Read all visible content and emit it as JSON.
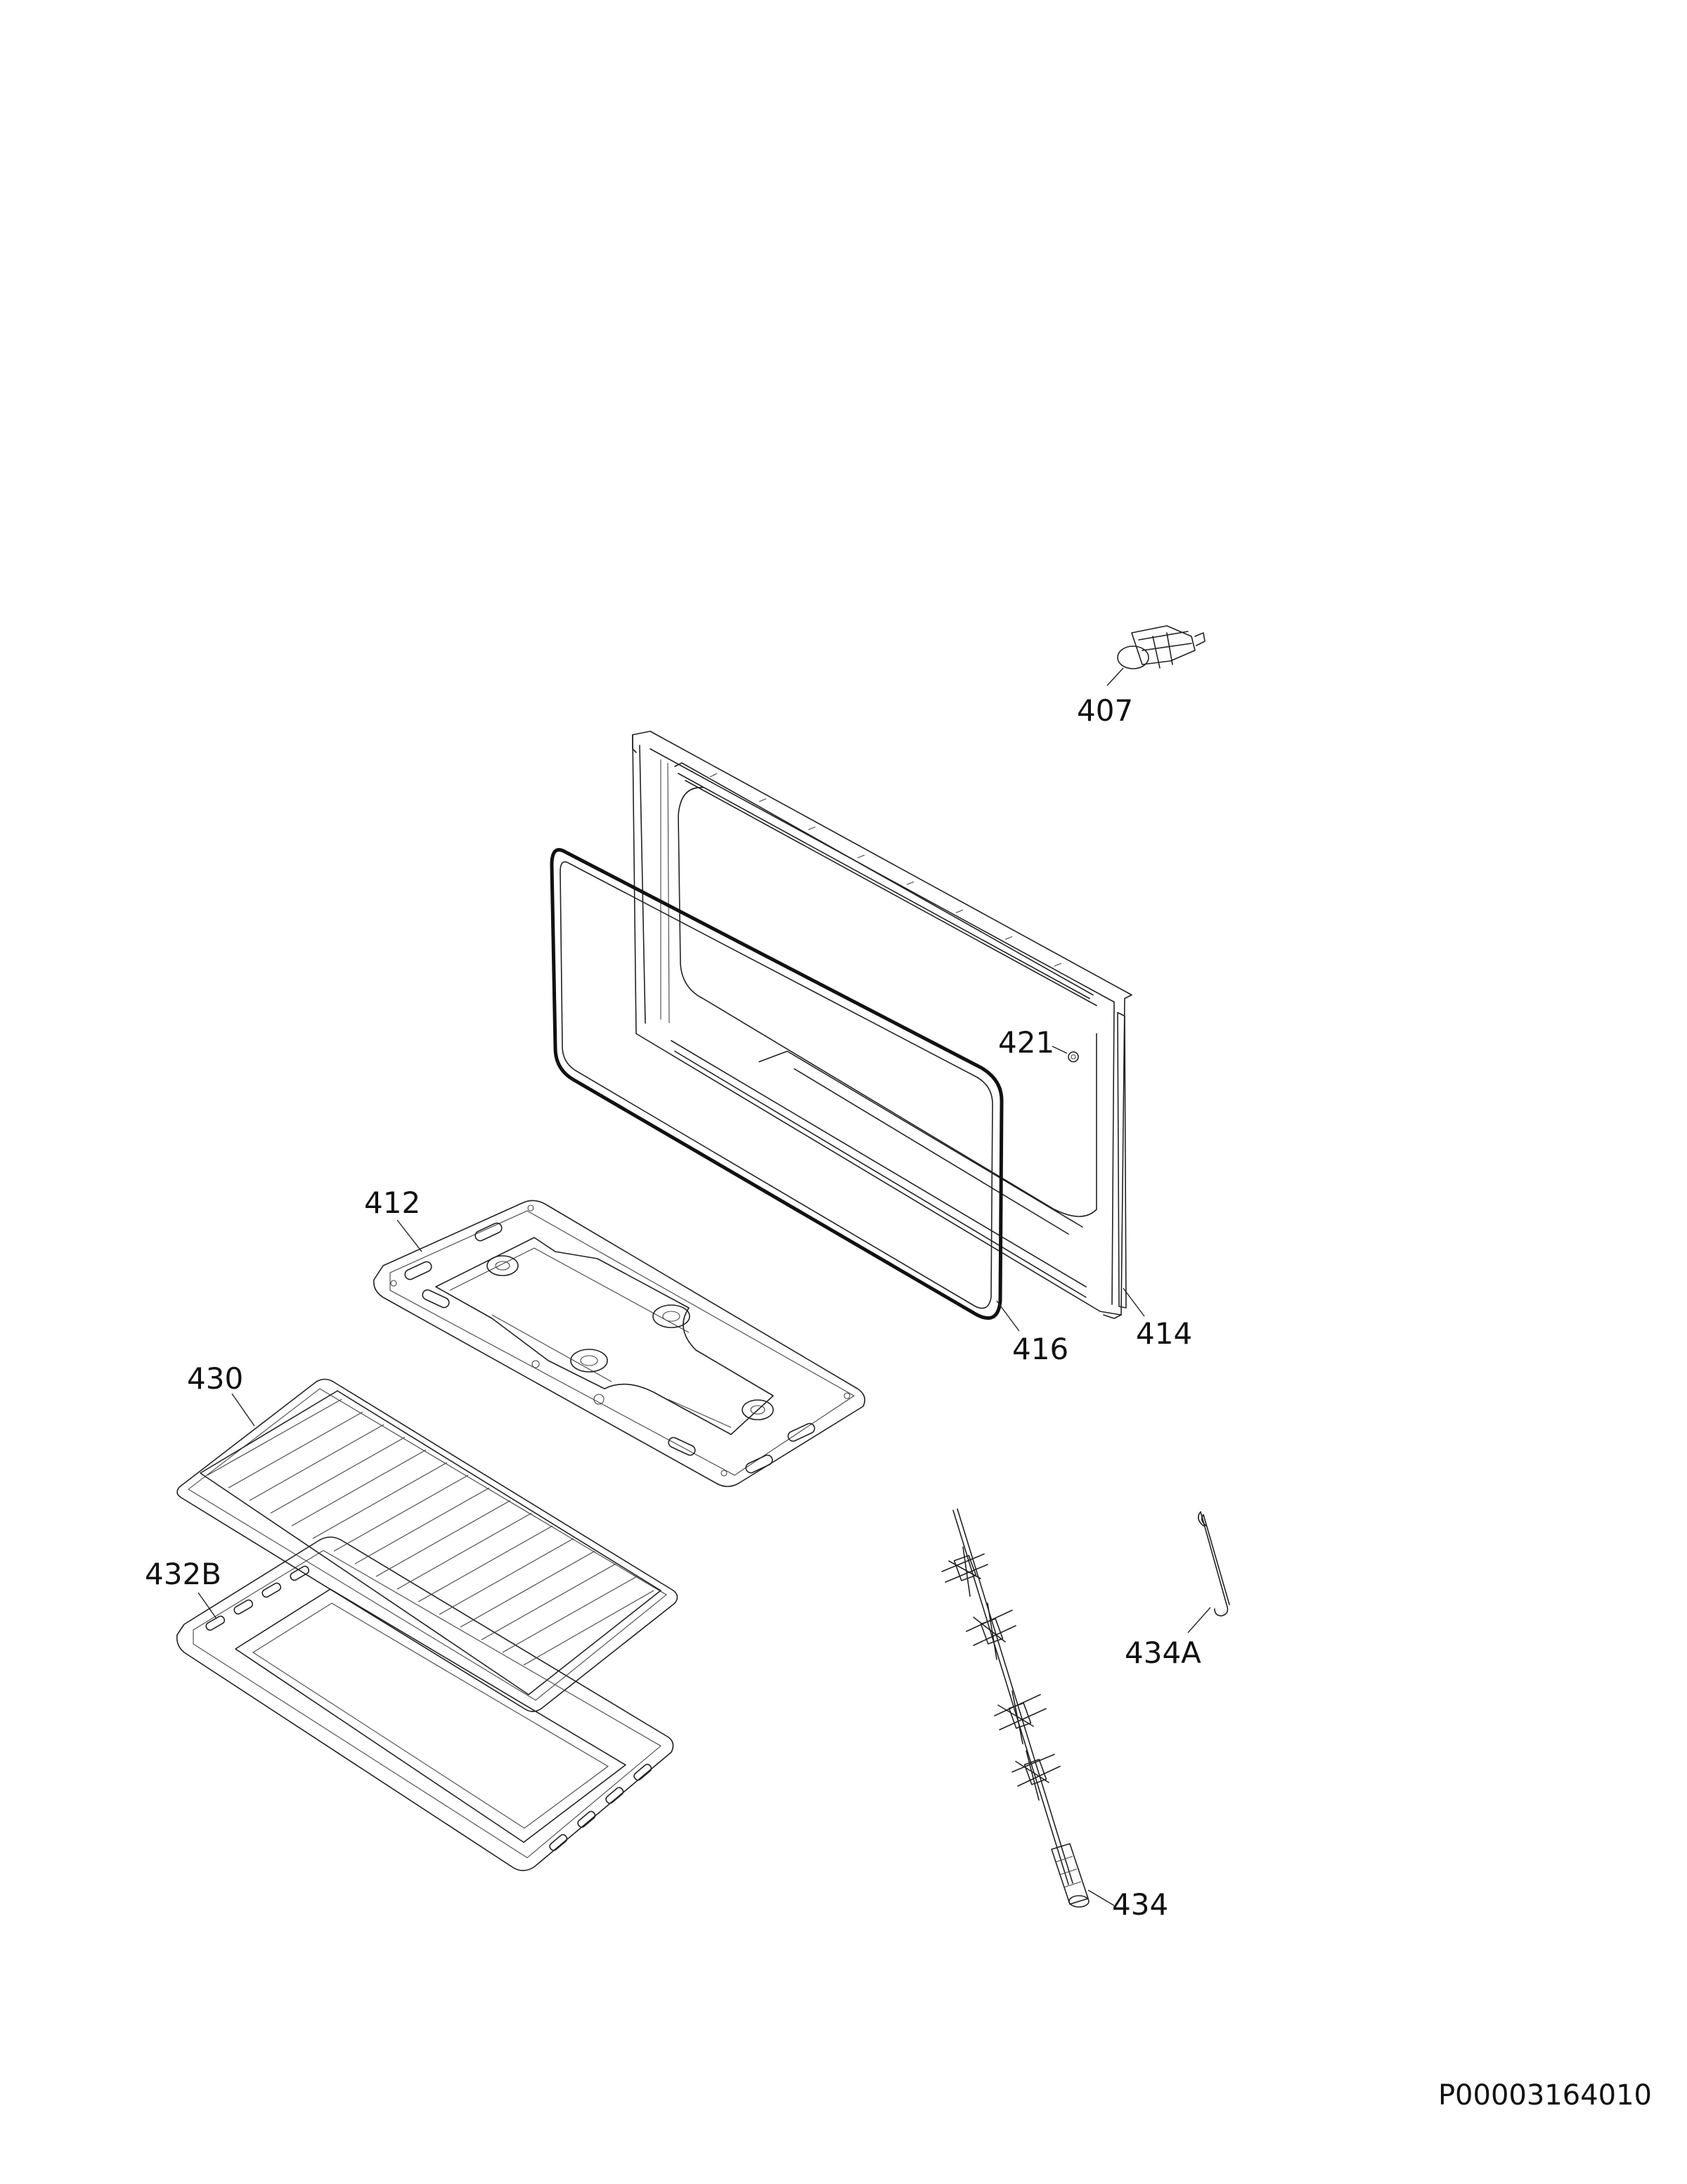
{
  "document_code": "P00003164010",
  "callouts": {
    "p407": "407",
    "p421": "421",
    "p412": "412",
    "p416": "416",
    "p414": "414",
    "p430": "430",
    "p432B": "432B",
    "p434A": "434A",
    "p434": "434"
  },
  "line_color": "#222222",
  "background_color": "#ffffff"
}
